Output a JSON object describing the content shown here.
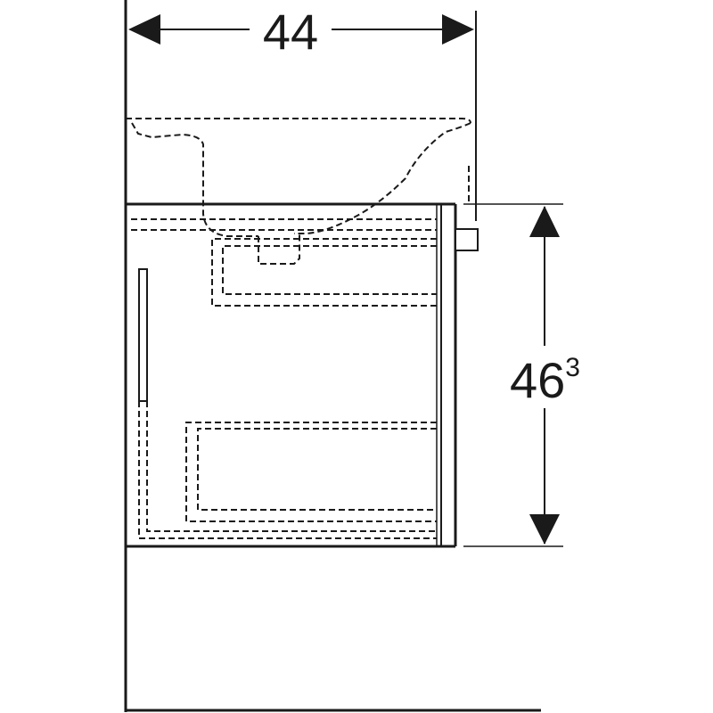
{
  "drawing": {
    "width_dimension": {
      "value": "44"
    },
    "height_dimension": {
      "value": "46",
      "superscript": "3"
    },
    "line_color": "#1a1a1a",
    "background": "#ffffff"
  }
}
